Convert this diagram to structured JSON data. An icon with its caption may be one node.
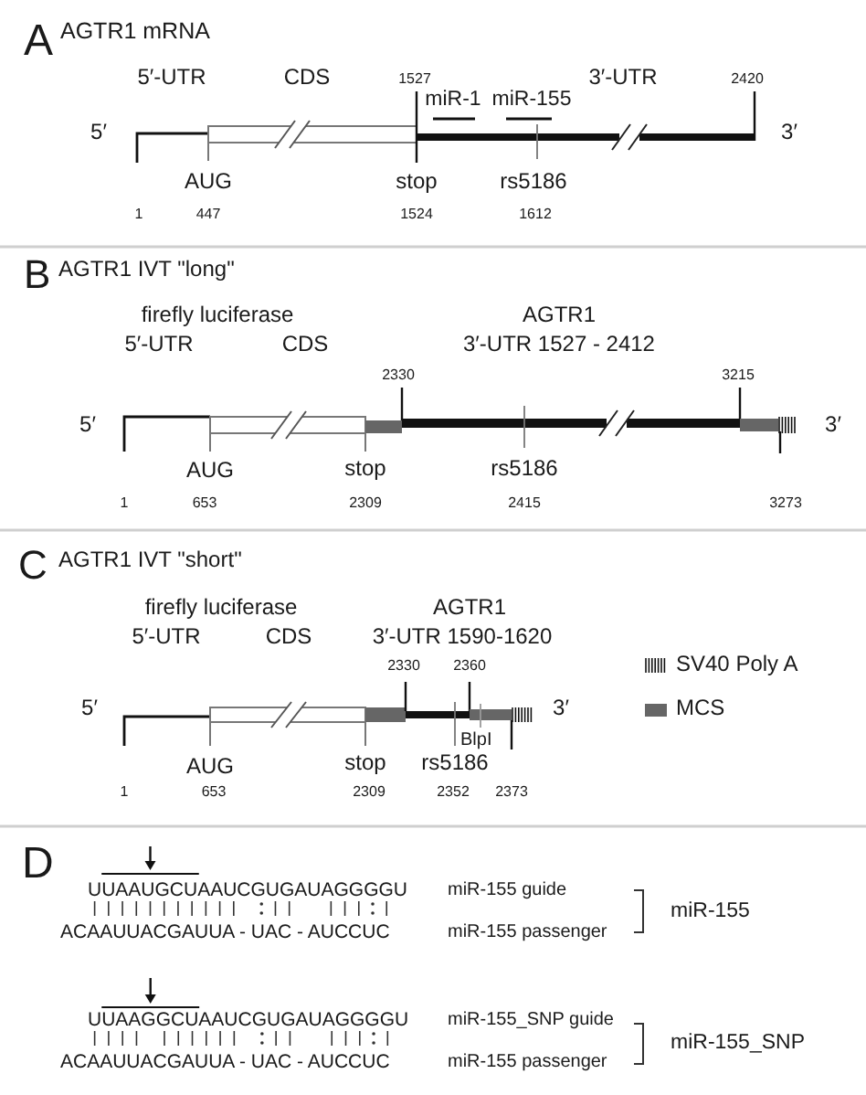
{
  "diagram": {
    "labels": [
      "A",
      "AGTR1 mRNA",
      "5′-UTR",
      "CDS",
      "1527",
      "3′-UTR",
      "2420",
      "miR-1",
      "miR-155",
      "5′",
      "3′",
      "AUG",
      "stop",
      "rs5186",
      "1",
      "447",
      "1524",
      "1612",
      "B",
      "AGTR1 IVT \"long\"",
      "firefly luciferase",
      "AGTR1",
      "5′-UTR",
      "CDS",
      "3′-UTR 1527 - 2412",
      "2330",
      "3215",
      "5′",
      "3′",
      "AUG",
      "stop",
      "rs5186",
      "1",
      "653",
      "2309",
      "2415",
      "3273",
      "C",
      "AGTR1 IVT \"short\"",
      "firefly luciferase",
      "AGTR1",
      "5′-UTR",
      "CDS",
      "3′-UTR 1590-1620",
      "2330",
      "2360",
      "5′",
      "3′",
      "BlpI",
      "AUG",
      "stop",
      "rs5186",
      "1",
      "653",
      "2309",
      "2352",
      "2373",
      "D",
      "UUAAUGCUAAUCGUGAUAGGGGU",
      "miR-155 guide",
      "miR-155",
      "ACAAUUACGAUUA - UAC - AUCCUC",
      "miR-155 passenger",
      "UUAAGGCUAAUCGUGAUAGGGGU",
      "miR-155_SNP guide",
      "miR-155_SNP",
      "ACAAUUACGAUUA - UAC - AUCCUC",
      "miR-155 passenger"
    ],
    "legend": [
      {
        "text": "SV40 Poly A"
      },
      {
        "text": "MCS",
        "color": "#666666"
      }
    ]
  }
}
